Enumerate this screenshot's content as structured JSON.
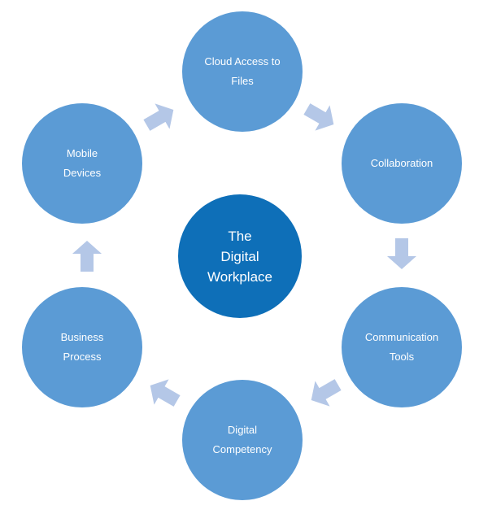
{
  "center": {
    "label": "The\nDigital\nWorkplace",
    "color": "#0e6fb8"
  },
  "node_color": "#5b9bd5",
  "arrow_color": "#b4c7e7",
  "nodes": [
    {
      "label": "Cloud Access to\nFiles"
    },
    {
      "label": "Collaboration"
    },
    {
      "label": "Communication\nTools"
    },
    {
      "label": "Digital\nCompetency"
    },
    {
      "label": "Business\nProcess"
    },
    {
      "label": "Mobile\nDevices"
    }
  ]
}
